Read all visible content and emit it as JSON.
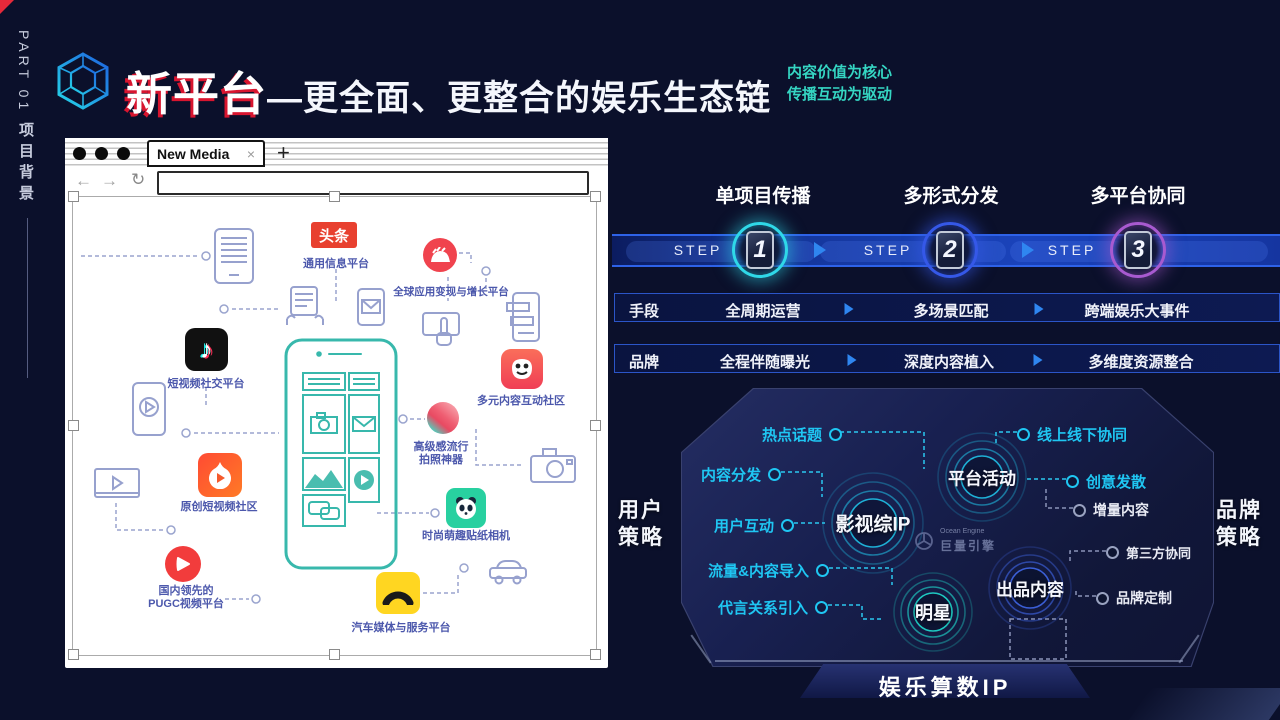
{
  "colors": {
    "background": "#0B102B",
    "accent_cyan": "#1FC6F2",
    "accent_teal": "#35D6C3",
    "highlight_red": "#D8152F",
    "step_glow_1": "#2FD8E8",
    "step_glow_2": "#3558E8",
    "step_glow_3": "#A85AD0"
  },
  "sidebar": {
    "part": "PART 01",
    "section": "项目背景"
  },
  "header": {
    "title_highlight": "新平台",
    "title_rest": "—更全面、更整合的娱乐生态链",
    "subtitle_line1": "内容价值为核心",
    "subtitle_line2": "传播互动为驱动"
  },
  "icons": {
    "back": "←",
    "forward": "→",
    "refresh": "↻",
    "close": "×",
    "new_tab": "+",
    "music_note": "♪"
  },
  "browser": {
    "tab_title": "New Media",
    "apps": {
      "toutiao": {
        "badge": "头条",
        "label": "通用信息平台"
      },
      "pangle": {
        "label": "全球应用变现与增长平台"
      },
      "douyin": {
        "label": "短视频社交平台"
      },
      "pipixia": {
        "label": "多元内容互动社区"
      },
      "qingyan": {
        "label_line1": "高级感流行",
        "label_line2": "拍照神器"
      },
      "faceu": {
        "label": "时尚萌趣贴纸相机"
      },
      "huoshan": {
        "label": "原创短视频社区"
      },
      "xigua": {
        "label_line1": "国内领先的",
        "label_line2": "PUGC视频平台"
      },
      "dongchedi": {
        "label": "汽车媒体与服务平台"
      }
    }
  },
  "steps": {
    "label": "STEP",
    "items": [
      {
        "header": "单项目传播",
        "number": "1"
      },
      {
        "header": "多形式分发",
        "number": "2"
      },
      {
        "header": "多平台协同",
        "number": "3"
      }
    ]
  },
  "rows": [
    {
      "title": "手段",
      "cells": [
        "全周期运营",
        "多场景匹配",
        "跨端娱乐大事件"
      ]
    },
    {
      "title": "品牌",
      "cells": [
        "全程伴随曝光",
        "深度内容植入",
        "多维度资源整合"
      ]
    }
  ],
  "ecosystem": {
    "left_strategy_line1": "用户",
    "left_strategy_line2": "策略",
    "right_strategy_line1": "品牌",
    "right_strategy_line2": "策略",
    "bottom_title": "娱乐算数IP",
    "left_labels": [
      "热点话题",
      "内容分发",
      "用户互动",
      "流量&内容导入",
      "代言关系引入"
    ],
    "right_labels": [
      "线上线下协同",
      "创意发散",
      "增量内容",
      "第三方协同",
      "品牌定制"
    ],
    "nodes": [
      "影视综IP",
      "平台活动",
      "明星",
      "出品内容"
    ],
    "logo_en": "Ocean Engine",
    "logo_zh": "巨量引擎"
  }
}
